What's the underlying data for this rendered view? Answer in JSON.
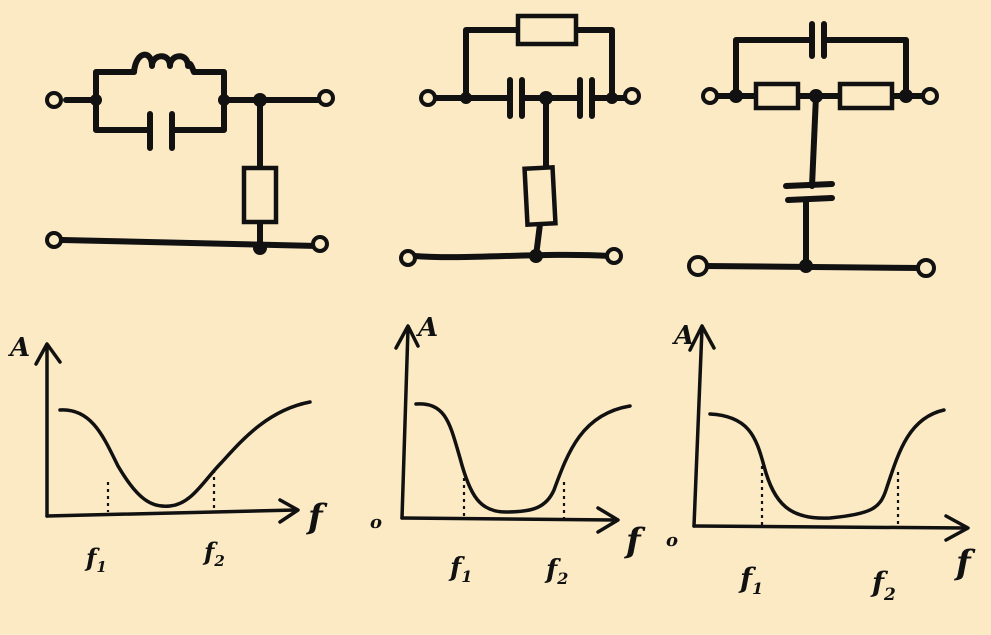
{
  "colors": {
    "background": "#fbeac4",
    "ink": "#111111"
  },
  "graphs": [
    {
      "y_label": "A",
      "x_label": "f",
      "origin_label": "",
      "f1_label": "f",
      "f1_sub": "1",
      "f2_label": "f",
      "f2_sub": "2"
    },
    {
      "y_label": "A",
      "x_label": "f",
      "origin_label": "o",
      "f1_label": "f",
      "f1_sub": "1",
      "f2_label": "f",
      "f2_sub": "2"
    },
    {
      "y_label": "A",
      "x_label": "f",
      "origin_label": "o",
      "f1_label": "f",
      "f1_sub": "1",
      "f2_label": "f",
      "f2_sub": "2"
    }
  ]
}
